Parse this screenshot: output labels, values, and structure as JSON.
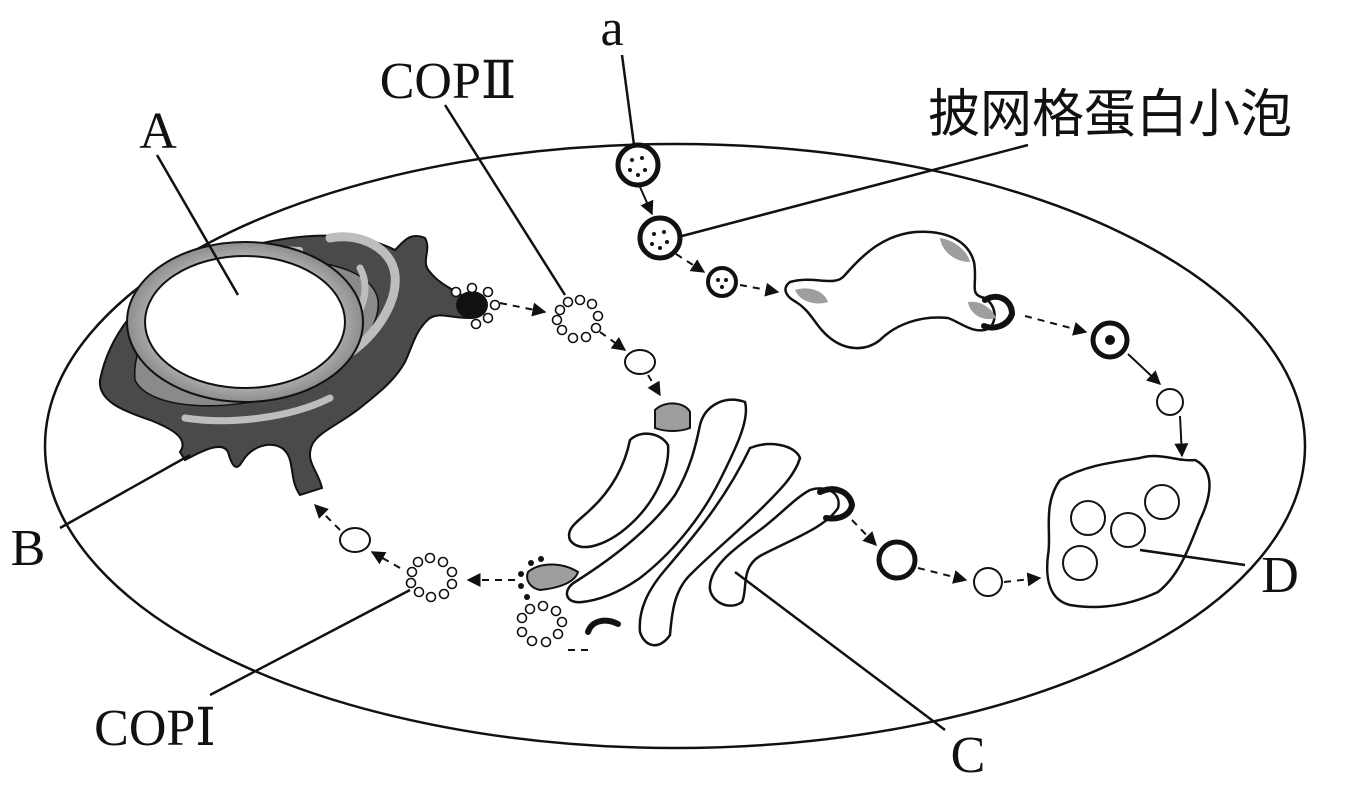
{
  "labels": {
    "a": "a",
    "A": "A",
    "B": "B",
    "C": "C",
    "D": "D",
    "cop2": "COPⅡ",
    "cop1": "COPⅠ",
    "clathrin": "披网格蛋白小泡"
  },
  "colors": {
    "ink": "#111111",
    "nucleus_light": "#bdbdbd",
    "er_dark": "#4a4a4a",
    "shade_gray": "#9e9e9e",
    "background": "#ffffff"
  }
}
